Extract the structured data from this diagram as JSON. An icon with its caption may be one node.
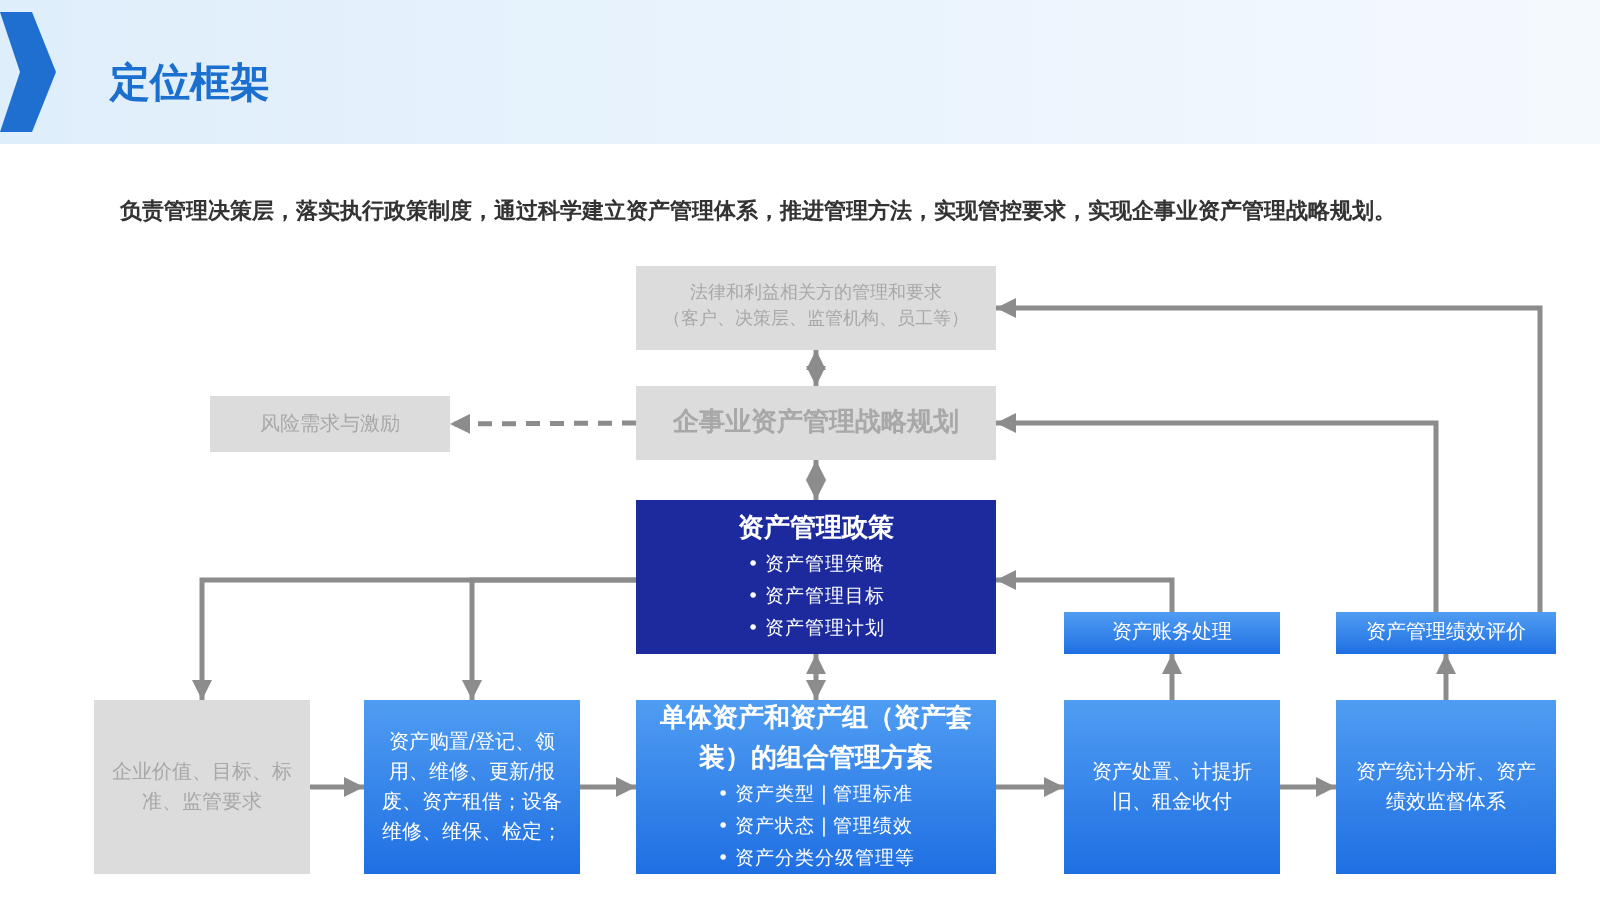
{
  "diagram": {
    "title": "定位框架",
    "nodes": [
      {
        "text": [
          "法律和利益相关方的管理和要求",
          "（客户、决策层、监管机构、员工等）"
        ]
      },
      {
        "text": [
          "企事业资产管理战略规划"
        ]
      },
      {
        "text": [
          "风险需求与激励"
        ]
      },
      {
        "text": [
          "资产管理政策",
          "• 资产管理策略",
          "• 资产管理目标",
          "• 资产管理计划"
        ]
      },
      {
        "text": [
          "企业价值、目标、标准、监管要求"
        ]
      },
      {
        "text": [
          "资产购置/登记、领用、维修、更新/报废、资产租借；设备维修、维保、检定；"
        ]
      },
      {
        "text": [
          "单体资产和资产组（资产套装）的组合管理方案",
          "• 资产类型 | 管理标准",
          "• 资产状态 | 管理绩效",
          "• 资产分类分级管理等"
        ]
      },
      {
        "text": [
          "资产处置、计提折旧、租金收付"
        ]
      },
      {
        "text": [
          "资产统计分析、资产绩效监督体系"
        ]
      },
      {
        "text": [
          "资产账务处理"
        ]
      },
      {
        "text": [
          "资产管理绩效评价"
        ]
      }
    ],
    "edges": [
      {
        "from": 0,
        "to": 1,
        "arrow": "both"
      },
      {
        "from": 1,
        "to": 2,
        "arrow": "to",
        "style": "dashed"
      },
      {
        "from": 1,
        "to": 3,
        "arrow": "both"
      },
      {
        "from": 3,
        "to": 6,
        "arrow": "both"
      },
      {
        "from": 3,
        "to": 4,
        "arrow": "to"
      },
      {
        "from": 3,
        "to": 5,
        "arrow": "to"
      },
      {
        "from": 4,
        "to": 5,
        "arrow": "to"
      },
      {
        "from": 5,
        "to": 6,
        "arrow": "to"
      },
      {
        "from": 6,
        "to": 7,
        "arrow": "to"
      },
      {
        "from": 7,
        "to": 8,
        "arrow": "to"
      },
      {
        "from": 7,
        "to": 9,
        "arrow": "to"
      },
      {
        "from": 8,
        "to": 10,
        "arrow": "to"
      },
      {
        "from": 9,
        "to": 3,
        "arrow": "to"
      },
      {
        "from": 10,
        "to": 1,
        "arrow": "to"
      },
      {
        "from": 10,
        "to": 0,
        "arrow": "to"
      }
    ],
    "labels": [
      "负责管理决策层，落实执行政策制度，通过科学建立资产管理体系，推进管理方法，实现管控要求，实现企事业资产管理战略规划。"
    ]
  }
}
